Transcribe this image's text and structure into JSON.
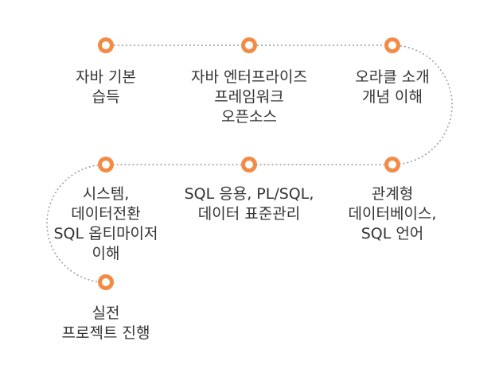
{
  "roadmap": {
    "accent_color": "#f28b45",
    "path_color": "#999999",
    "steps": [
      {
        "label": "자바 기본\n습득"
      },
      {
        "label": "자바 엔터프라이즈\n프레임워크\n오픈소스"
      },
      {
        "label": "오라클 소개\n개념 이해"
      },
      {
        "label": "관계형\n데이터베이스,\nSQL 언어"
      },
      {
        "label": "SQL 응용, PL/SQL,\n데이터 표준관리"
      },
      {
        "label": "시스템,\n데이터전환\nSQL 옵티마이저\n이해"
      },
      {
        "label": "실전\n프로젝트 진행"
      }
    ]
  }
}
